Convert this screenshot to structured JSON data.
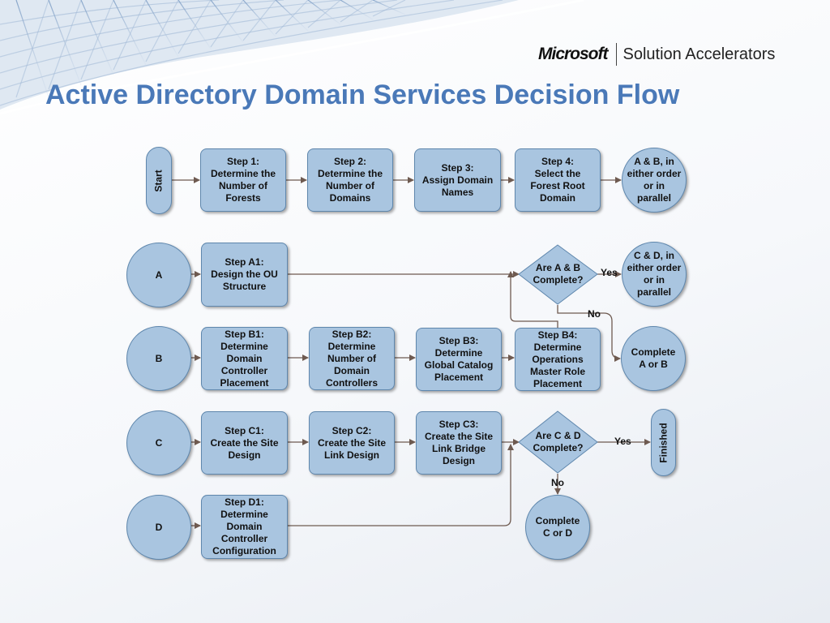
{
  "header": {
    "brand_logo": "Microsoft",
    "brand_name": "Solution Accelerators",
    "title": "Active Directory Domain Services Decision Flow"
  },
  "nodes": {
    "start": "Start",
    "step1": "Step 1:\nDetermine the\nNumber of\nForests",
    "step2": "Step 2:\nDetermine the\nNumber of\nDomains",
    "step3": "Step 3:\nAssign Domain\nNames",
    "step4": "Step 4:\nSelect the\nForest Root\nDomain",
    "ab_parallel": "A & B, in\neither order\nor in\nparallel",
    "a": "A",
    "stepA1": "Step A1:\nDesign the OU\nStructure",
    "decision_ab": "Are A & B\nComplete?",
    "cd_parallel": "C & D, in\neither order\nor in\nparallel",
    "b": "B",
    "stepB1": "Step B1:\nDetermine\nDomain\nController\nPlacement",
    "stepB2": "Step B2:\nDetermine\nNumber of\nDomain\nControllers",
    "stepB3": "Step B3:\nDetermine\nGlobal Catalog\nPlacement",
    "stepB4": "Step B4:\nDetermine\nOperations\nMaster Role\nPlacement",
    "complete_ab": "Complete\nA or B",
    "c": "C",
    "stepC1": "Step C1:\nCreate the Site\nDesign",
    "stepC2": "Step C2:\nCreate the Site\nLink Design",
    "stepC3": "Step C3:\nCreate the Site\nLink Bridge\nDesign",
    "decision_cd": "Are C & D\nComplete?",
    "finished": "Finished",
    "d": "D",
    "stepD1": "Step D1:\nDetermine\nDomain\nController\nConfiguration",
    "complete_cd": "Complete\nC or D"
  },
  "edge_labels": {
    "ab_yes": "Yes",
    "ab_no": "No",
    "cd_yes": "Yes",
    "cd_no": "No"
  },
  "colors": {
    "node_fill": "#a9c5e0",
    "node_border": "#5f87ad",
    "connector": "#6e5a50",
    "title": "#4a79b8"
  }
}
